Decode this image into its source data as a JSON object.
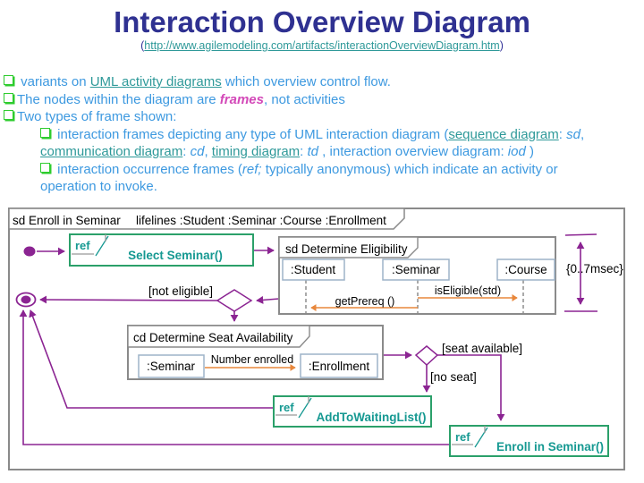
{
  "title": "Interaction Overview Diagram",
  "subtitle": {
    "open": "(",
    "link": "http://www.agilemodeling.com/artifacts/interactionOverviewDiagram.htm",
    "close": ")"
  },
  "colors": {
    "title": "#2F3191",
    "body_blue": "#3D99E0",
    "teal_link": "#2E9999",
    "magenta": "#D348B8",
    "bullet_green": "#2ECC2E",
    "purple": "#8B2492",
    "orange": "#E8873B",
    "frame_gray": "#8A8A8A",
    "box_blue": "#9DB3C8",
    "frame_teal": "#2BA06A",
    "frame_teal_text": "#169992"
  },
  "bullets": {
    "b1": {
      "pre": " variants on ",
      "link": "UML activity diagrams",
      "post": " which overview control flow."
    },
    "b2": {
      "pre": "The nodes within the diagram are ",
      "em": "frames",
      "post": ", not activities"
    },
    "b3": {
      "text": "Two types of frame shown:"
    },
    "s1": {
      "t1": " interaction frames depicting any type of UML interaction diagram (",
      "u1": "sequence diagram",
      "t2": ": ",
      "i1": "sd",
      "t3": ", ",
      "u2": "communication diagram",
      "t4": ": ",
      "i2": "cd",
      "t5": ", ",
      "u3": "timing diagram",
      "t6": ": ",
      "i3": "td",
      "t7": " , interaction overview diagram: ",
      "i4": "iod",
      "t8": " )"
    },
    "s2": {
      "t1": " interaction occurrence frames (",
      "i1": "ref;",
      "t2": " typically anonymous) which indicate an activity or",
      "t3": "operation to invoke."
    }
  },
  "diagram": {
    "outer_label": {
      "keyword_line": "sd Enroll in Seminar",
      "lifelines_line": "lifelines :Student :Seminar :Course :Enrollment"
    },
    "select_frame": {
      "keyword": "ref",
      "label": "Select Seminar()"
    },
    "eligibility_frame": {
      "title": "sd Determine Eligibility",
      "student": ":Student",
      "seminar": ":Seminar",
      "course": ":Course",
      "msg_iseligible": "isEligible(std)",
      "msg_getprereq": "getPrereq ()"
    },
    "duration_constraint": "{0..7msec}",
    "guard_not_eligible": "[not eligible]",
    "seat_frame": {
      "title": "cd Determine Seat Availability",
      "seminar": ":Seminar",
      "enrollment": ":Enrollment",
      "msg": "Number enrolled"
    },
    "guard_seat_available": "[seat available]",
    "guard_no_seat": "[no seat]",
    "waitlist_frame": {
      "keyword": "ref",
      "label": "AddToWaitingList()"
    },
    "enroll_frame": {
      "keyword": "ref",
      "label": "Enroll in Seminar()"
    }
  }
}
